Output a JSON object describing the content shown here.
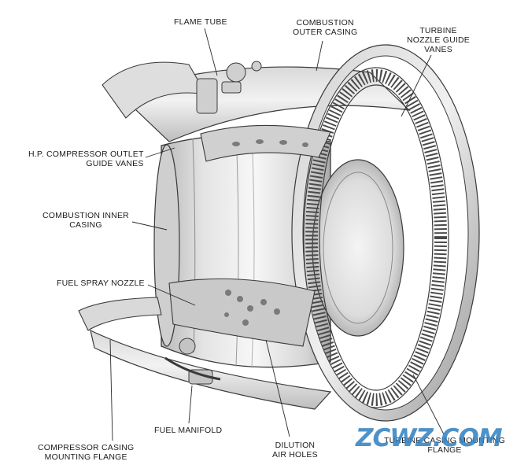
{
  "labels": {
    "flame_tube": [
      "FLAME TUBE"
    ],
    "combustion_outer_casing": [
      "COMBUSTION",
      "OUTER CASING"
    ],
    "turbine_nozzle_guide_vanes": [
      "TURBINE",
      "NOZZLE GUIDE",
      "VANES"
    ],
    "hp_compressor_outlet_guide_vanes": [
      "H.P. COMPRESSOR OUTLET",
      "GUIDE VANES"
    ],
    "combustion_inner_casing": [
      "COMBUSTION INNER",
      "CASING"
    ],
    "fuel_spray_nozzle": [
      "FUEL SPRAY NOZZLE"
    ],
    "compressor_casing_mounting_flange": [
      "COMPRESSOR CASING",
      "MOUNTING FLANGE"
    ],
    "fuel_manifold": [
      "FUEL MANIFOLD"
    ],
    "dilution_air_holes": [
      "DILUTION",
      "AIR HOLES"
    ],
    "turbine_casing_mounting_flange": [
      "TURBINE CASING MOUNTING",
      "FLANGE"
    ]
  },
  "watermark": "ZCWZ.COM",
  "colors": {
    "metal_light": "#e6e6e6",
    "metal_mid": "#c6c6c6",
    "metal_dark": "#8e8e8e",
    "ink": "#2a2a2a",
    "watermark": "#2f7fc0"
  }
}
